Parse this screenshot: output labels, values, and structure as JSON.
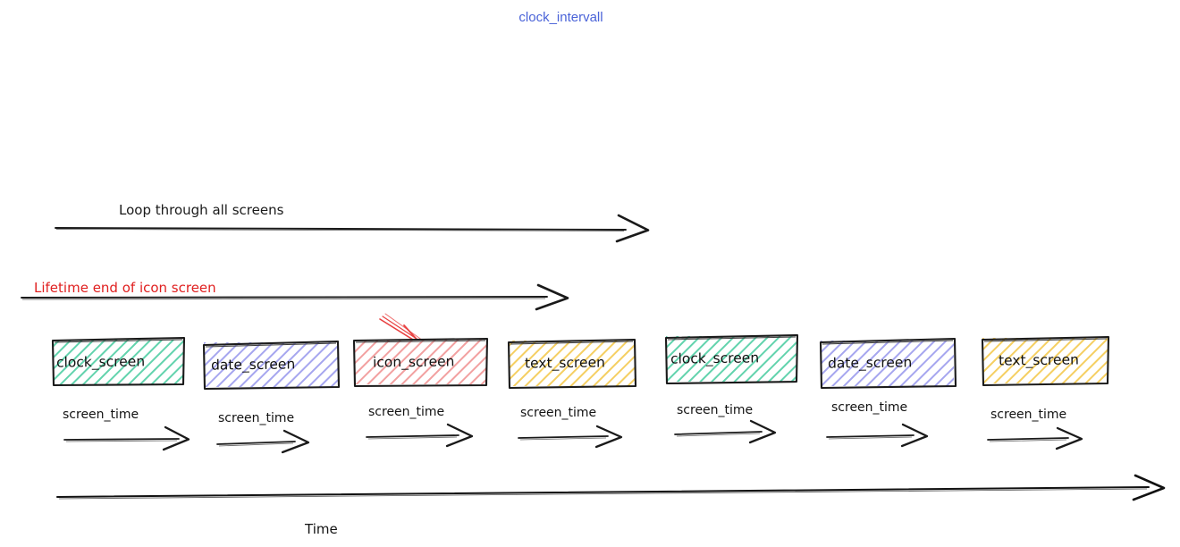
{
  "page": {
    "title": "clock_intervall",
    "title_color": "#4a63d8",
    "background": "#ffffff"
  },
  "annotations": {
    "loop_arrow": {
      "label": "Loop through all screens",
      "color": "#1a1a1a"
    },
    "lifetime_arrow": {
      "label": "Lifetime end of icon screen",
      "color": "#e02020"
    },
    "pointer_arrow": {
      "name": "red-pointer-arrow",
      "color": "#e84040",
      "target": "icon_screen"
    }
  },
  "timeline": {
    "axis_label": "Time",
    "axis_color": "#111111",
    "segment_label": "screen_time",
    "screens": [
      {
        "label": "clock_screen",
        "color": "#3dbd93",
        "fill": "#ecfaf4"
      },
      {
        "label": "date_screen",
        "color": "#8e8ee8",
        "fill": "#f0f0fd"
      },
      {
        "label": "icon_screen",
        "color": "#e47070",
        "fill": "#fdeeee"
      },
      {
        "label": "text_screen",
        "color": "#eec04a",
        "fill": "#fdf6e3"
      },
      {
        "label": "clock_screen",
        "color": "#3dbd93",
        "fill": "#ecfaf4"
      },
      {
        "label": "date_screen",
        "color": "#8e8ee8",
        "fill": "#f0f0fd"
      },
      {
        "label": "text_screen",
        "color": "#eec04a",
        "fill": "#fdf6e3"
      }
    ],
    "segments": [
      "screen_time",
      "screen_time",
      "screen_time",
      "screen_time",
      "screen_time",
      "screen_time",
      "screen_time"
    ]
  }
}
